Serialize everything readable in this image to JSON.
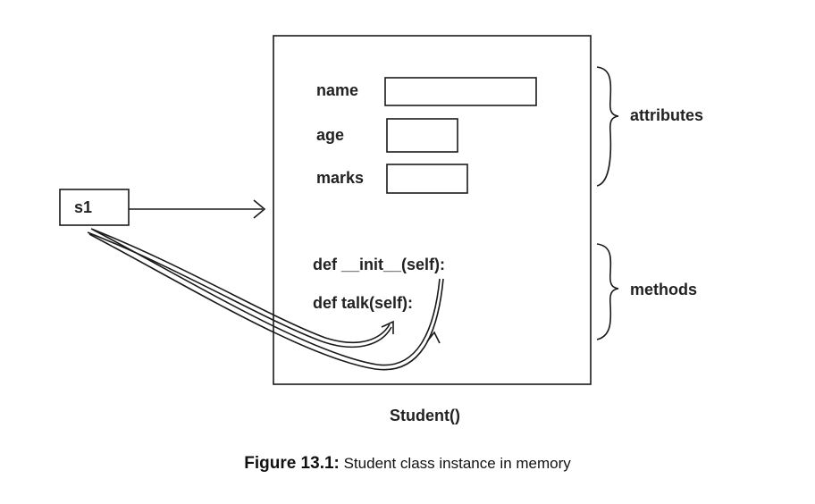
{
  "diagram": {
    "reference_label": "s1",
    "attributes": {
      "fields": [
        {
          "label": "name"
        },
        {
          "label": "age"
        },
        {
          "label": "marks"
        }
      ],
      "group_label": "attributes"
    },
    "methods": {
      "items": [
        "def __init__(self):",
        "def talk(self):"
      ],
      "group_label": "methods"
    },
    "object_label": "Student()"
  },
  "caption": {
    "label": "Figure 13.1:",
    "text": " Student class instance in memory"
  }
}
